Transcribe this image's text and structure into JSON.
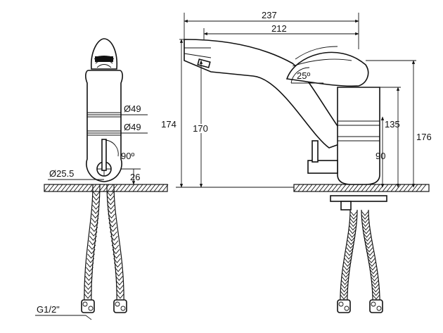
{
  "dimensions": {
    "front": {
      "dia_top": "Ø49",
      "dia_bottom": "Ø49",
      "angle": "90º",
      "dia_base": "Ø25.5",
      "height_small": "26",
      "thread": "G1/2\""
    },
    "side": {
      "width_total": "237",
      "width_spout": "212",
      "height_left": "174",
      "height_spout": "170",
      "angle": "25º",
      "height_body": "135",
      "height_lever": "90",
      "height_total": "176"
    }
  }
}
